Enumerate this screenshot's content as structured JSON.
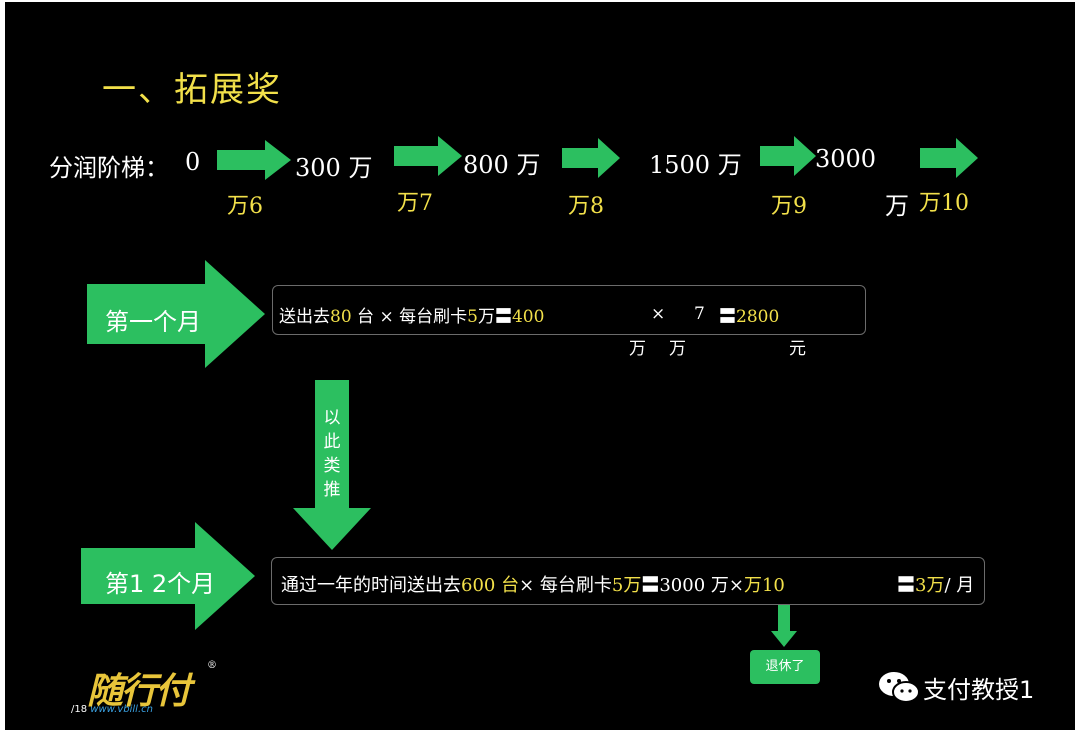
{
  "title": "一、拓展奖",
  "ladder": {
    "label": "分润阶梯：",
    "steps": [
      "0",
      "300 万",
      "800 万",
      "1500 万",
      "3000",
      "万"
    ],
    "rates": [
      "万6",
      "万7",
      "万8",
      "万9",
      "万10"
    ]
  },
  "month1": {
    "arrow_label": "第一个月",
    "t1": "送出去",
    "v1": "80",
    "t2": " 台 ×  每台刷卡",
    "v2": "5",
    "t3": "万",
    "eq1": "〓",
    "v3": "400",
    "t4": "×",
    "t5": "7",
    "eq2": "〓",
    "v4": "2800",
    "sub1": "万",
    "sub2": "万",
    "sub3": "元"
  },
  "down_label": [
    "以",
    "此",
    "类",
    "推"
  ],
  "month12": {
    "arrow_label": "第1 2个月",
    "t1": "通过一年的时间送出去",
    "v1": "600  台",
    "t2": "×  每台刷卡",
    "v2": "5万",
    "eq1": "〓",
    "t3": "3000  万×",
    "v3": "万10",
    "eq2": "〓",
    "v4": "3万",
    "t4": "/ 月"
  },
  "retire_label": "退休了",
  "logo": {
    "text": "随行付",
    "url": "www.vbill.cn",
    "page": "/18",
    "reg": "®"
  },
  "watermark": "支付教授1",
  "colors": {
    "background": "#000000",
    "accent_green": "#2cbf60",
    "yellow": "#f2e04a"
  }
}
